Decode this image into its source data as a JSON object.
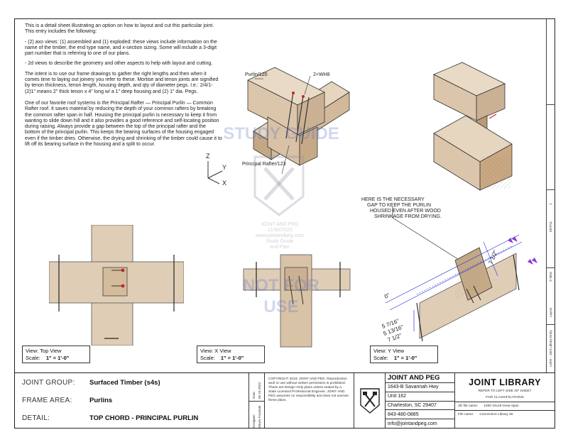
{
  "intro": {
    "p1": "This is a detail sheet illustrating an option on how to layout and cut this particular joint. This entry includes the following:",
    "p2": "- (2) axo views: (1) assembled and (1) exploded: these views include information on the name of the timber, the end type name, and x-section sizing. Some will include a 3-digit part number that is referring to one of our plans.",
    "p3": "- 2d views to describe the geometry and other aspects to help with layout and cutting.",
    "p4": "The intent is to use our frame drawings to gather the right lengths and then when it comes time to laying out joinery you refer to these. Mortise and tenon joints are signified by tenon thickness, tenon length, housing depth, and qty of diameter pegs. I.e.: 2/4/1-(2)1\" means 2\" thick tenon x 4\" long w/ a 1\" deep housing and (2) 1\" dia. Pegs.",
    "p5": "One of our favorite roof systems is the Principal Rafter — Principal Purlin — Common Rafter roof. It saves material by reducing the depth of your common rafters by breaking the common rafter span in half.  Housing the principal purlin is necessary to keep it from wanting to slide down hill and it also provides a good reference and self-locating position during raising. Always provide a gap between the top of the principal rafter and the bottom of the principal purlin. This keeps the bearing surfaces of the housing engaged even if the timber dries.  Otherwise, the drying and shrinking of the timber could cause it to lift off its bearing surface in the housing and a split to occur."
  },
  "labels": {
    "purlin": "Purlin/120",
    "pegs": "2+WH8",
    "rafter": "Principal Rafter/123",
    "axis_z": "Z",
    "axis_y": "Y",
    "axis_x": "X",
    "gap_note_1": "HERE IS THE NECESSARY",
    "gap_note_2": "GAP TO KEEP THE PURLIN",
    "gap_note_3": "HOUSED EVEN AFTER WOOD",
    "gap_note_4": "SHRINKAGE FROM DRYING.",
    "dim_0": "0\"",
    "dim_7half": "7 1/2\"",
    "dim_a": "5 7/16\"",
    "dim_b": "5 13/16\"",
    "dim_c": "7 1/2\""
  },
  "watermark": {
    "line1": "STUDY GUIDE",
    "line2": "NOT FOR",
    "line3": "USE",
    "stamp1": "JOINT AND PEG",
    "stamp2": "11/30/2023",
    "stamp3": "www.jointandpeg.com",
    "stamp4": "Study Guide",
    "stamp5": "and Plan"
  },
  "views": [
    {
      "name": "View:  Top View",
      "scale_label": "Scale:",
      "scale": "1\"  =  1'-0\""
    },
    {
      "name": "View:  X View",
      "scale_label": "Scale:",
      "scale": "1\"  =  1'-0\""
    },
    {
      "name": "View:  Y View",
      "scale_label": "Scale:",
      "scale": "1\"  =  1'-0\""
    }
  ],
  "side": {
    "detail": "DETAIL",
    "num": "1",
    "view": "S View",
    "layout": "Layout",
    "letter": "Letter - Joint Library Entry",
    "setting": "Setting the room"
  },
  "title_block": {
    "group_key": "JOINT GROUP:",
    "group_val": "Surfaced Timber (s4s)",
    "frame_key": "FRAME AREA:",
    "frame_val": "Purlins",
    "detail_key": "DETAIL:",
    "detail_val": "TOP CHORD - PRINCIPAL PURLIN",
    "date_label": "Date:",
    "date_val": "05-24-2023",
    "designer_label": "Designer:",
    "designer_val": "Meyer Fountain",
    "copyright": "COPYRIGHT 2023: JOINT AND PEG. Reproduction and/ or use without written permission is prohibited.  These are Design Only plans unless sealed by a State Licensed Professional Engineer.  JOINT AND PEG assumes no responsibility and does not warrant these plans.",
    "company": "JOINT AND PEG",
    "addr1": "1643-B Savannah Hwy",
    "addr2": "Unit 162",
    "addr3": "Charleston, SC 29407",
    "phone": "843-480-0885",
    "email": "info@jointandpeg.com",
    "lib_title": "JOINT LIBRARY",
    "lib_sub1": "REFER TO LEFT SIDE OF SHEET",
    "lib_sub2": "FOR CLASSIFICATIONS",
    "file_label": "3D file name:",
    "file_val": "1000 24x16-Gear-span",
    "file2_label": "File name:",
    "file2_val": "Connection Library 26"
  },
  "colors": {
    "wood": "#e0cdb6",
    "wood_dark": "#c9b295",
    "wood_side": "#d6bfa3",
    "dim_blue": "#2c36d8",
    "dim_purple": "#8a3fd1",
    "peg_red": "#c0262a"
  }
}
